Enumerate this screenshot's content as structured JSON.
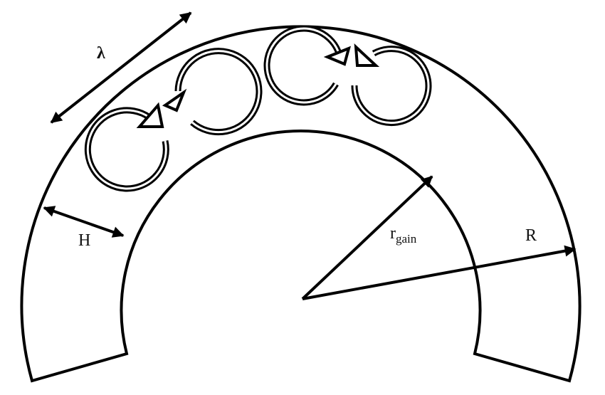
{
  "diagram": {
    "labels": {
      "wavelength": "λ",
      "height": "H",
      "gain_radius": "r",
      "gain_radius_sub": "gain",
      "outer_radius": "R"
    },
    "colors": {
      "stroke": "#000000",
      "background": "#ffffff"
    }
  }
}
